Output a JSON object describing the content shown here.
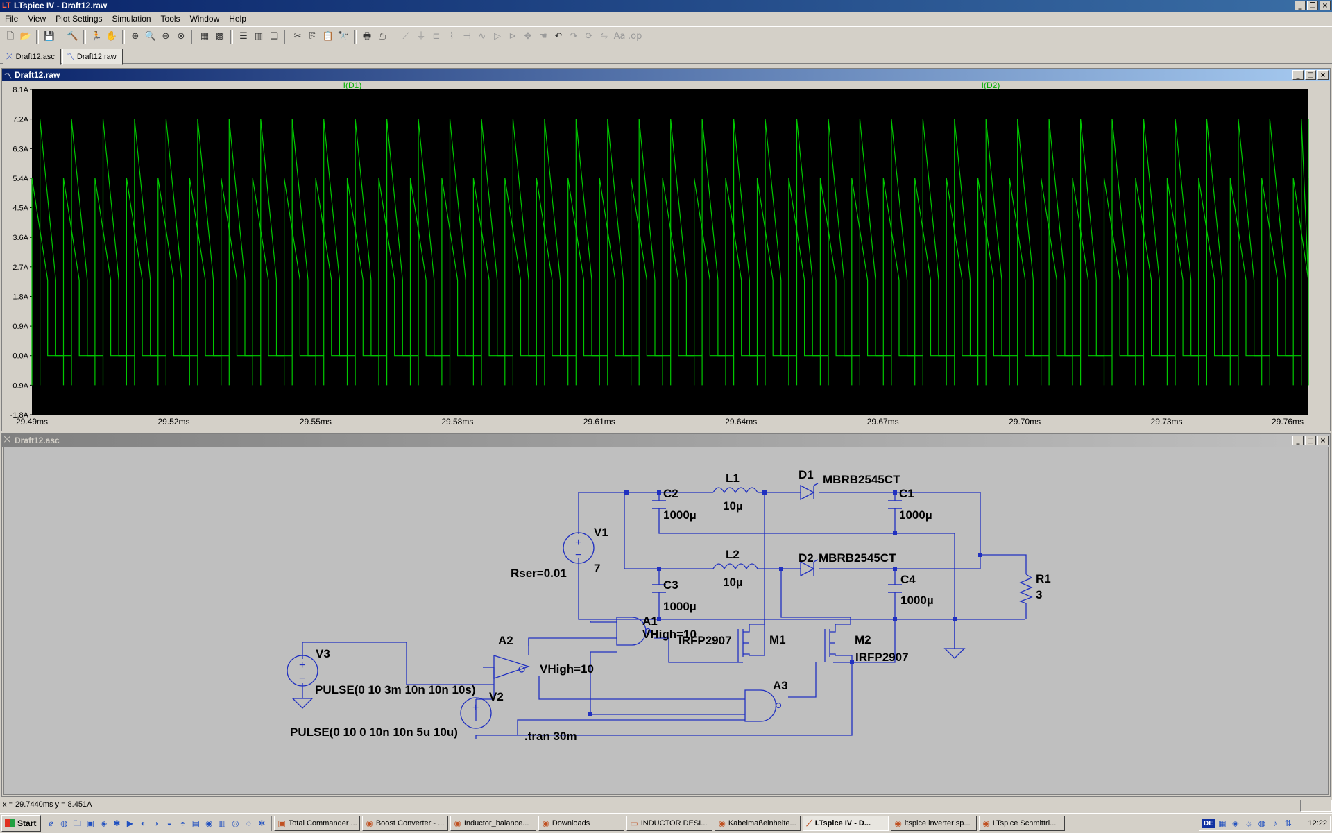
{
  "app": {
    "title": "LTspice IV - Draft12.raw",
    "icon": "ltspice-icon"
  },
  "menu": [
    "File",
    "View",
    "Plot Settings",
    "Simulation",
    "Tools",
    "Window",
    "Help"
  ],
  "toolbar_icons": [
    "new-schematic-icon",
    "open-icon",
    "save-icon",
    "control-panel-icon",
    "run-icon",
    "halt-icon",
    "zoom-in-icon",
    "zoom-rect-icon",
    "zoom-out-icon",
    "zoom-fit-icon",
    "autorange-icon",
    "grid-icon",
    "tile-horizontal-icon",
    "tile-vertical-icon",
    "cascade-icon",
    "cut-icon",
    "copy-icon",
    "paste-icon",
    "find-icon",
    "print-setup-icon",
    "print-icon",
    "wire-icon",
    "ground-icon",
    "label-icon",
    "resistor-icon",
    "capacitor-icon",
    "inductor-icon",
    "diode-icon",
    "component-icon",
    "move-icon",
    "drag-icon",
    "undo-icon",
    "redo-icon",
    "rotate-icon",
    "mirror-icon",
    "text-icon",
    "spice-directive-icon"
  ],
  "tabs": [
    {
      "label": "Draft12.asc",
      "icon": "schematic-icon"
    },
    {
      "label": "Draft12.raw",
      "icon": "waveform-icon"
    }
  ],
  "plot_window": {
    "title": "Draft12.raw",
    "background": "#000000",
    "trace_color": "#00c800"
  },
  "chart_data": {
    "type": "line",
    "series": [
      {
        "name": "I(D1)",
        "description": "sawtooth current pulses, period ~6.7us"
      },
      {
        "name": "I(D2)",
        "description": "sawtooth current pulses, phase shifted"
      }
    ],
    "x_ticks": [
      "29.49ms",
      "29.52ms",
      "29.55ms",
      "29.58ms",
      "29.61ms",
      "29.64ms",
      "29.67ms",
      "29.70ms",
      "29.73ms",
      "29.76ms"
    ],
    "y_ticks": [
      "8.1A",
      "7.2A",
      "6.3A",
      "5.4A",
      "4.5A",
      "3.6A",
      "2.7A",
      "1.8A",
      "0.9A",
      "0.0A",
      "-0.9A",
      "-1.8A"
    ],
    "xlim": [
      29.49,
      29.76
    ],
    "ylim": [
      -1.8,
      8.1
    ],
    "d1_peak": 7.2,
    "d2_peak": 5.4,
    "valley": 2.3,
    "undershoot": -0.9,
    "period_ms": 0.00667,
    "grid": false
  },
  "schematic_window": {
    "title": "Draft12.asc",
    "components": {
      "V1": {
        "name": "V1",
        "value": "7",
        "param": "Rser=0.01"
      },
      "V2": {
        "name": "V2",
        "value": "PULSE(0 10 0 10n 10n 5u 10u)"
      },
      "V3": {
        "name": "V3",
        "value": "PULSE(0 10 3m 10n 10n 10s)"
      },
      "L1": {
        "name": "L1",
        "value": "10µ"
      },
      "L2": {
        "name": "L2",
        "value": "10µ"
      },
      "C1": {
        "name": "C1",
        "value": "1000µ"
      },
      "C2": {
        "name": "C2",
        "value": "1000µ"
      },
      "C3": {
        "name": "C3",
        "value": "1000µ"
      },
      "C4": {
        "name": "C4",
        "value": "1000µ"
      },
      "D1": {
        "name": "D1",
        "value": "MBRB2545CT"
      },
      "D2": {
        "name": "D2",
        "value": "MBRB2545CT"
      },
      "R1": {
        "name": "R1",
        "value": "3"
      },
      "M1": {
        "name": "M1",
        "value": "IRFP2907"
      },
      "M2": {
        "name": "M2",
        "value": "IRFP2907"
      },
      "A1": {
        "name": "A1",
        "value": "VHigh=10"
      },
      "A2": {
        "name": "A2",
        "value": "VHigh=10"
      },
      "A3": {
        "name": "A3"
      }
    },
    "directive": ".tran 30m",
    "wire_color": "#2030c0"
  },
  "status": {
    "cursor": "x = 29.7440ms    y = 8.451A"
  },
  "taskbar": {
    "start": "Start",
    "tasks": [
      {
        "label": "Total Commander ...",
        "active": false
      },
      {
        "label": "Boost Converter - ...",
        "active": false
      },
      {
        "label": "Inductor_balance...",
        "active": false
      },
      {
        "label": "Downloads",
        "active": false
      },
      {
        "label": "INDUCTOR DESI...",
        "active": false
      },
      {
        "label": "Kabelmaßeinheite...",
        "active": false
      },
      {
        "label": "LTspice IV - D...",
        "active": true
      },
      {
        "label": "ltspice inverter sp...",
        "active": false
      },
      {
        "label": "LTspice Schmittri...",
        "active": false
      }
    ],
    "lang": "DE",
    "clock": "12:22"
  }
}
